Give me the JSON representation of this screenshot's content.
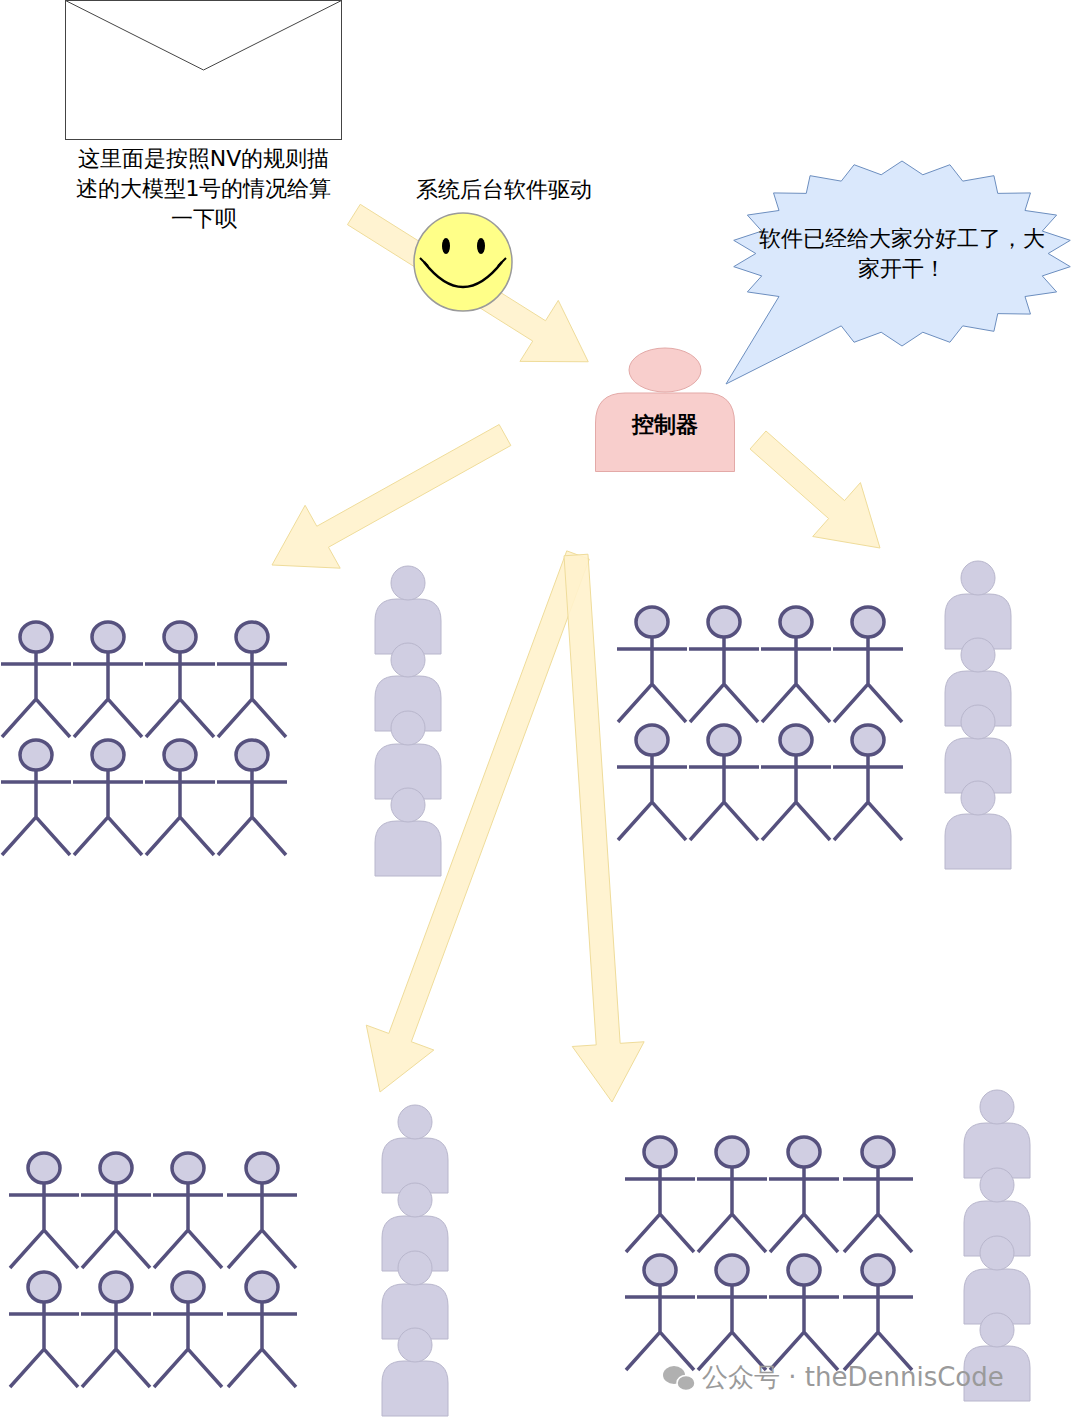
{
  "diagram": {
    "nodes": [
      {
        "text": [
          "这里面是按照NV的规则描述的大模型1号的情况给算一下呗"
        ]
      },
      {
        "text": [
          "控制器"
        ]
      },
      {
        "text": [
          "软件已经给大家分好工了，大家开干！"
        ]
      }
    ],
    "edges": [
      {
        "from": 0,
        "to": 1,
        "arrow": "to"
      }
    ],
    "labels": [
      "系统后台软件驱动",
      "公众号 · theDennisCode"
    ]
  }
}
